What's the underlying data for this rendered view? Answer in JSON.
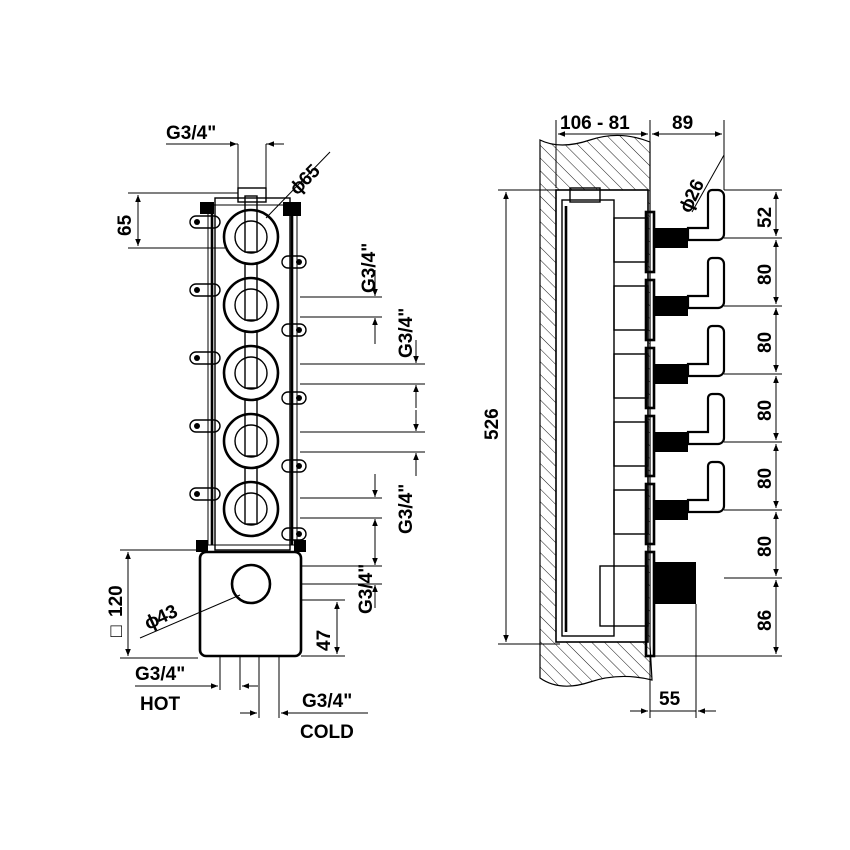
{
  "front_view": {
    "top_thread": "G3/4\"",
    "dia_65": "65",
    "height_65": "65",
    "side_thread_1": "G3/4\"",
    "side_thread_2": "G3/4\"",
    "side_thread_3": "G3/4\"",
    "side_thread_4": "G3/4\"",
    "box_size": "120",
    "dia_43": "43",
    "dim_47": "47",
    "hot_thread": "G3/4\"",
    "hot_label": "HOT",
    "cold_thread": "G3/4\"",
    "cold_label": "COLD"
  },
  "side_view": {
    "depth_range": "106 - 81",
    "depth_89": "89",
    "dia_26": "26",
    "total_height": "526",
    "spacing_52": "52",
    "spacing_80a": "80",
    "spacing_80b": "80",
    "spacing_80c": "80",
    "spacing_80d": "80",
    "spacing_80e": "80",
    "spacing_86": "86",
    "plate_55": "55"
  },
  "symbols": {
    "diameter": "ϕ",
    "square": "□"
  }
}
